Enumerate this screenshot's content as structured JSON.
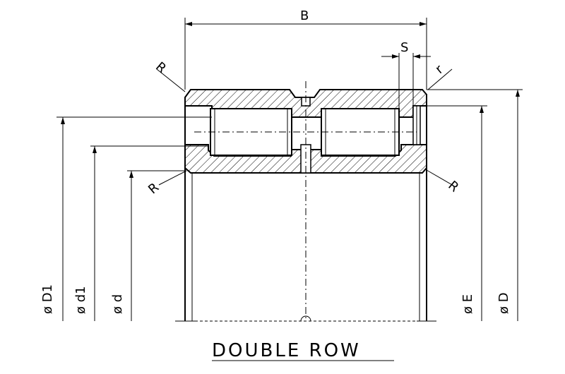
{
  "labels": {
    "B": "B",
    "S": "S",
    "r": "r",
    "R_top_left": "R",
    "R_bottom_left": "R",
    "R_bottom_right": "R",
    "D1": "ø D1",
    "d1": "ø d1",
    "d": "ø d",
    "E": "ø E",
    "D": "ø D"
  },
  "caption": "DOUBLE ROW"
}
